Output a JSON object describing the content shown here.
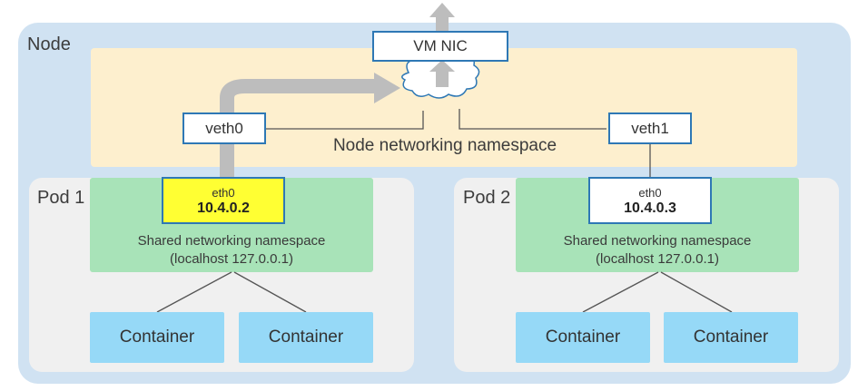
{
  "diagram": {
    "node": {
      "label": "Node"
    },
    "vm_nic": {
      "label": "VM NIC"
    },
    "node_namespace": {
      "label": "Node networking namespace"
    },
    "cloud": {
      "icon": "cloud-icon"
    },
    "veth0": {
      "label": "veth0"
    },
    "veth1": {
      "label": "veth1"
    },
    "pods": [
      {
        "label": "Pod 1",
        "eth": {
          "name": "eth0",
          "ip": "10.4.0.2",
          "highlighted": true,
          "fill": "#ffff33"
        },
        "shared_ns": {
          "line1": "Shared networking namespace",
          "line2": "(localhost 127.0.0.1)"
        },
        "containers": [
          "Container",
          "Container"
        ]
      },
      {
        "label": "Pod 2",
        "eth": {
          "name": "eth0",
          "ip": "10.4.0.3",
          "highlighted": false,
          "fill": "#ffffff"
        },
        "shared_ns": {
          "line1": "Shared networking namespace",
          "line2": "(localhost 127.0.0.1)"
        },
        "containers": [
          "Container",
          "Container"
        ]
      }
    ],
    "colors": {
      "node_bg": "#d0e2f2",
      "namespace_bg": "#fdefce",
      "pod_bg": "#f0f0f0",
      "shared_ns_bg": "#a8e3b8",
      "container_bg": "#96d9f7",
      "border_blue": "#2e78b5",
      "flow_arrow": "#bdbdbd",
      "highlight": "#ffff33"
    },
    "flow": {
      "description": "Traffic path: Pod 1 eth0 → veth0 → bridge (cloud) → VM NIC → out"
    }
  }
}
